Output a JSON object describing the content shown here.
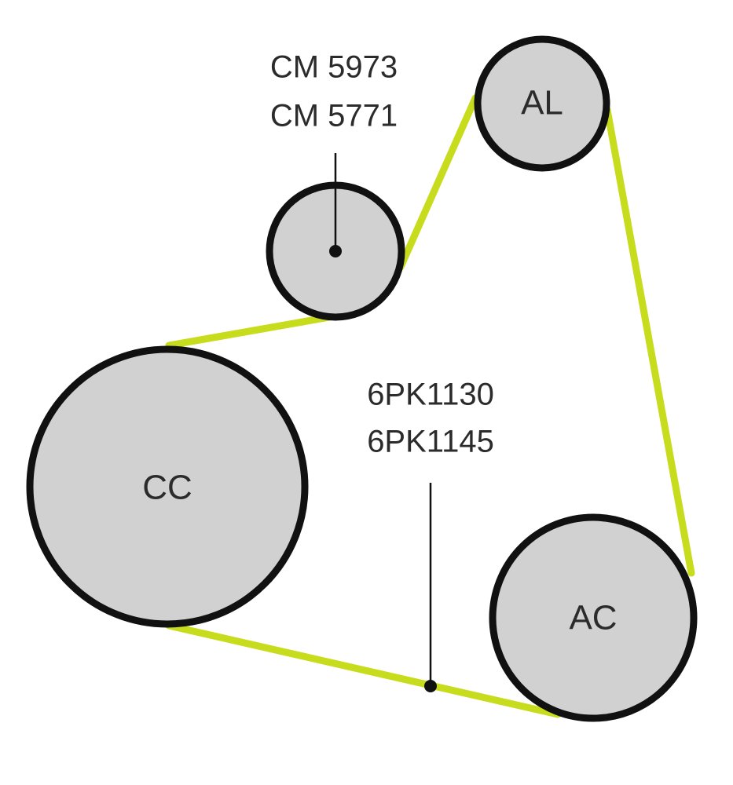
{
  "pulleys": {
    "al": {
      "label": "AL"
    },
    "tensioner": {
      "label": ""
    },
    "cc": {
      "label": "CC"
    },
    "ac": {
      "label": "AC"
    }
  },
  "callouts": {
    "tensioner": {
      "line1": "CM 5973",
      "line2": "CM 5771"
    },
    "belt": {
      "line1": "6PK1130",
      "line2": "6PK1145"
    }
  },
  "colors": {
    "belt": "#c8dc1e",
    "pulley_fill": "#d1d1d1",
    "outline": "#111111",
    "text": "#2b2b2b"
  }
}
